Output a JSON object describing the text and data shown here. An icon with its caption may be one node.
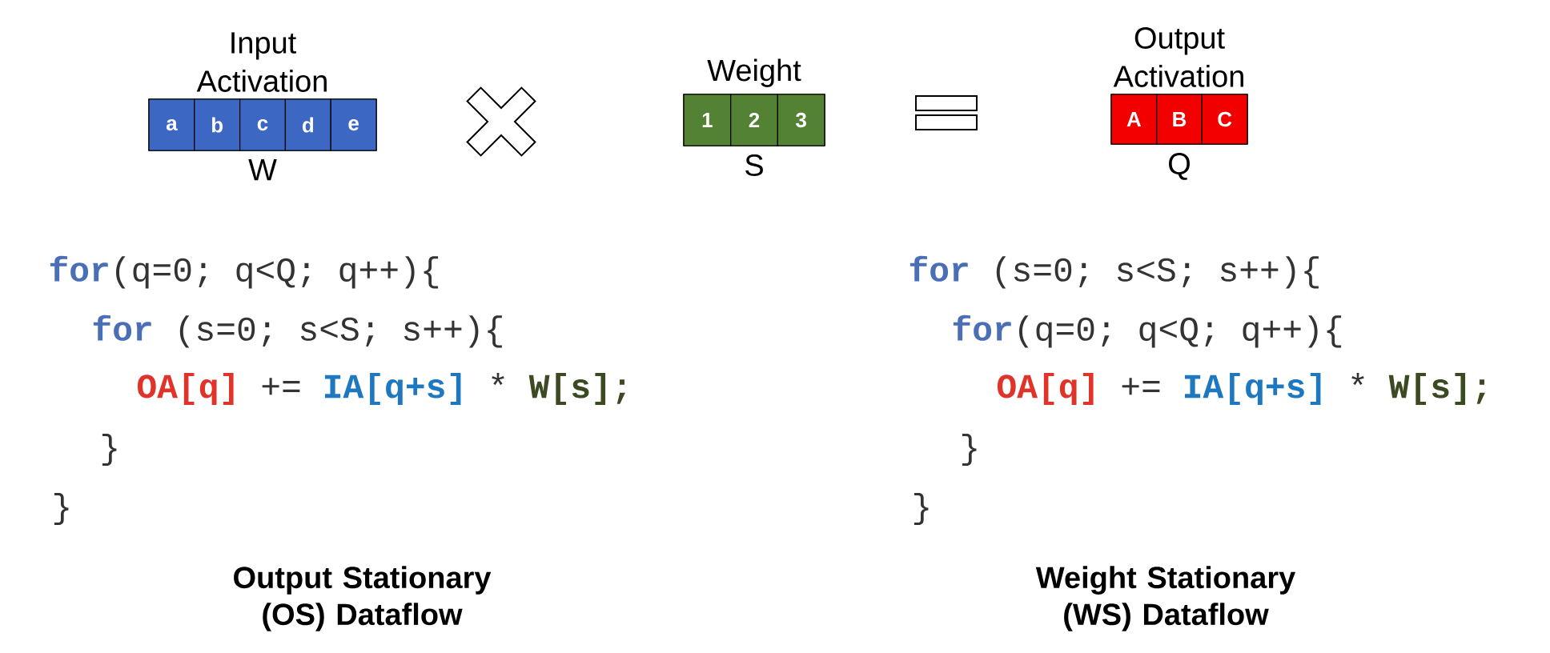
{
  "diagram": {
    "nodes": [
      {
        "text": [
          "Input Activation"
        ],
        "beside": [
          "W"
        ]
      },
      {
        "text": [
          "a"
        ],
        "in": 0
      },
      {
        "text": [
          "b"
        ],
        "in": 0
      },
      {
        "text": [
          "c"
        ],
        "in": 0
      },
      {
        "text": [
          "d"
        ],
        "in": 0
      },
      {
        "text": [
          "e"
        ],
        "in": 0
      },
      {
        "text": [
          "Weight"
        ],
        "beside": [
          "S"
        ]
      },
      {
        "text": [
          "1"
        ],
        "in": 6
      },
      {
        "text": [
          "2"
        ],
        "in": 6
      },
      {
        "text": [
          "3"
        ],
        "in": 6
      },
      {
        "text": [
          "Output Activation"
        ],
        "beside": [
          "Q"
        ]
      },
      {
        "text": [
          "A"
        ],
        "in": 10
      },
      {
        "text": [
          "B"
        ],
        "in": 10
      },
      {
        "text": [
          "C"
        ],
        "in": 10
      }
    ],
    "labels": [
      "for",
      "(q=0; q<Q; q++){",
      "for",
      "(s=0; s<S; s++){",
      "OA[q]",
      "+=",
      "IA[q+s]",
      "*",
      "W[s];",
      "}",
      "}",
      "Output Stationary (OS) Dataflow",
      "for",
      "(s=0; s<S; s++){",
      "for",
      "(q=0; q<Q; q++){",
      "OA[q]",
      "+=",
      "IA[q+s]",
      "*",
      "W[s];",
      "}",
      "}",
      "Weight Stationary (WS) Dataflow"
    ]
  }
}
